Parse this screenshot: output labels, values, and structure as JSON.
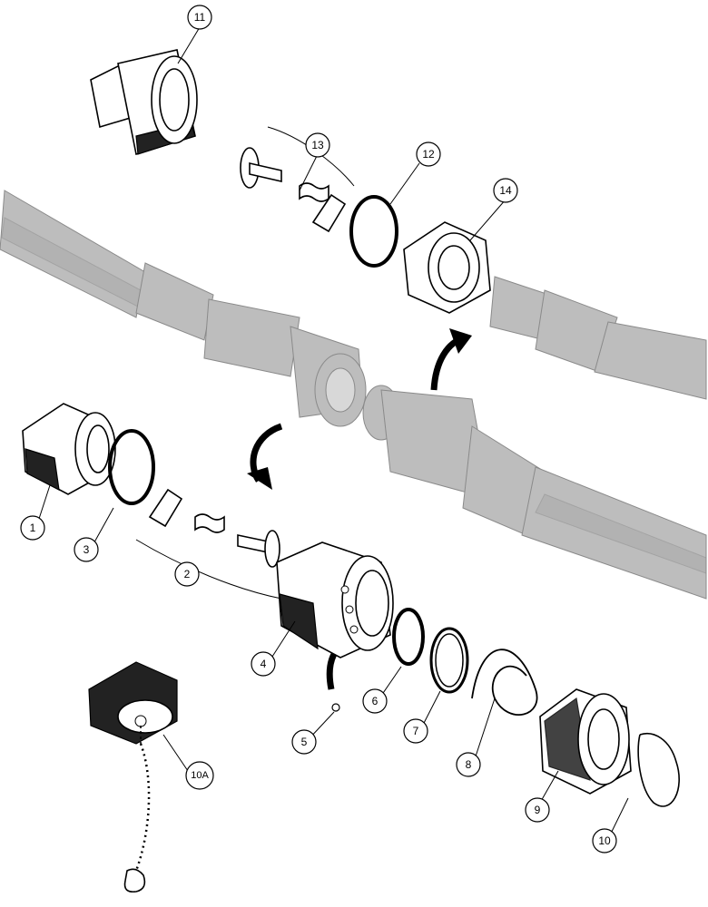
{
  "callouts": {
    "c1": "1",
    "c2": "2",
    "c3": "3",
    "c4": "4",
    "c5": "5",
    "c6": "6",
    "c7": "7",
    "c8": "8",
    "c9": "9",
    "c10": "10",
    "c10a": "10A",
    "c11": "11",
    "c12": "12",
    "c13": "13",
    "c14": "14"
  }
}
